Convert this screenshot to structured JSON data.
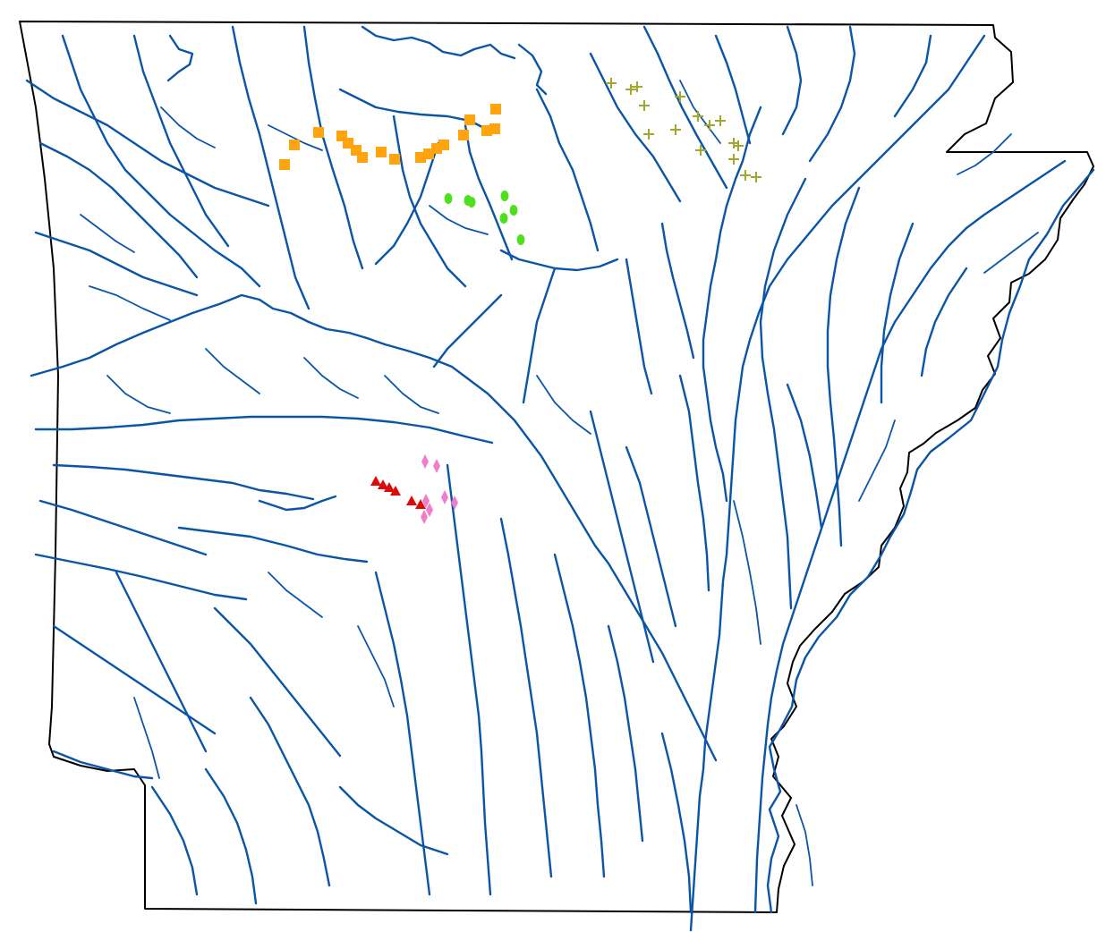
{
  "map": {
    "colors": {
      "background": "#ffffff",
      "state_border": "#000000",
      "river": "#0b55a6",
      "marker_orange": "#ffa40f",
      "marker_green": "#4ee01e",
      "marker_olive": "#a3a82a",
      "marker_red": "#dd0a0a",
      "marker_pink": "#f07ccc"
    },
    "marker_series": [
      {
        "shape": "square-marker",
        "color_key": "marker_orange"
      },
      {
        "shape": "ellipse-marker",
        "color_key": "marker_green"
      },
      {
        "shape": "plus-marker",
        "color_key": "marker_olive"
      },
      {
        "shape": "triangle-marker",
        "color_key": "marker_red"
      },
      {
        "shape": "diamond-marker",
        "color_key": "marker_pink"
      }
    ]
  }
}
